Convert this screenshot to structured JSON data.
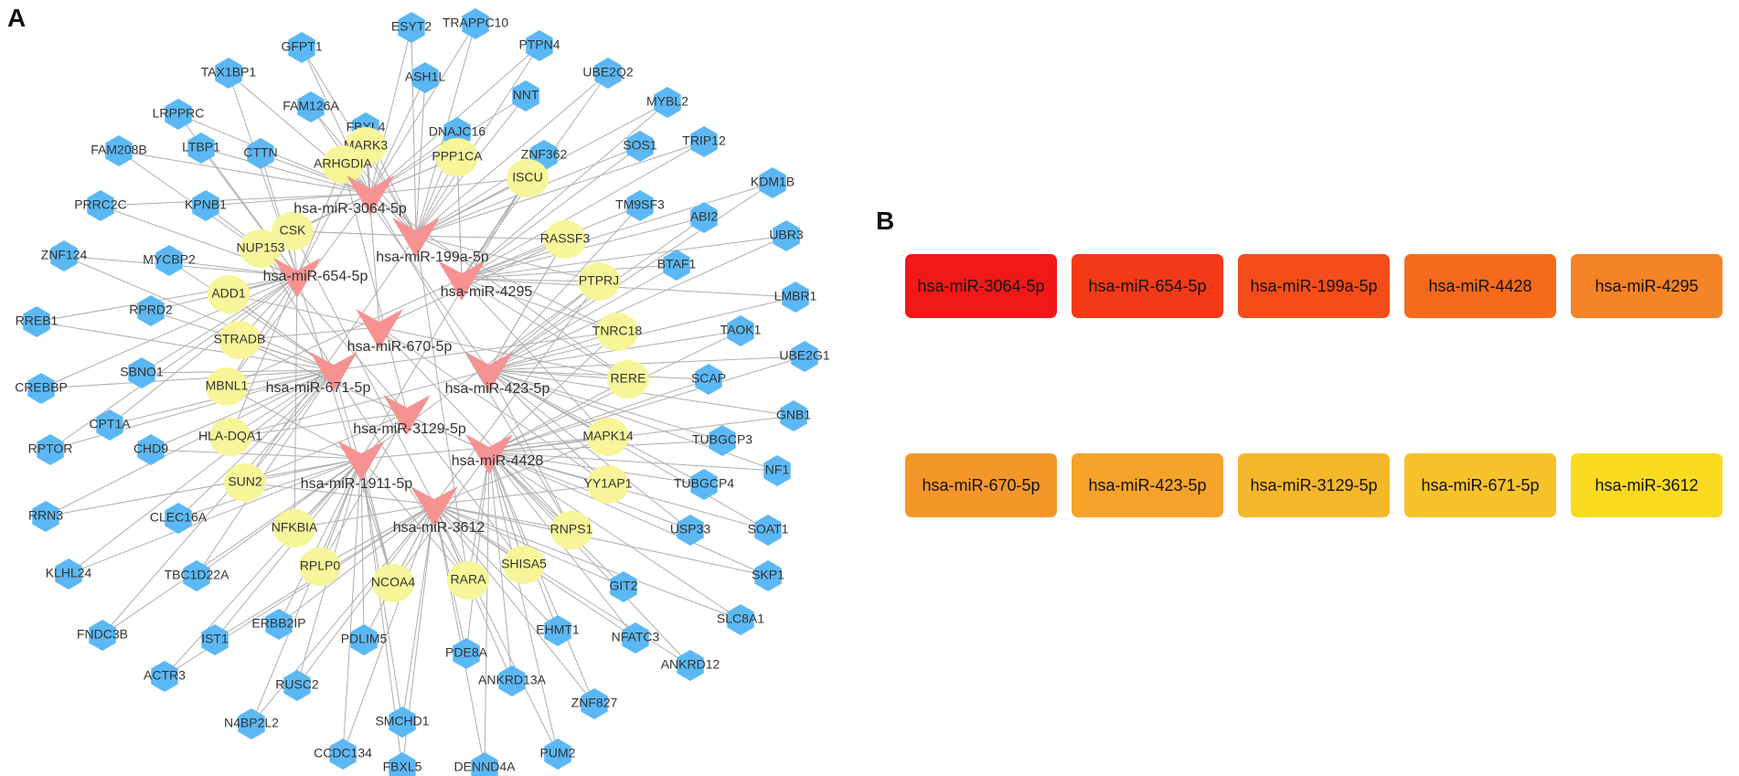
{
  "panel_labels": {
    "a": "A",
    "b": "B"
  },
  "colors": {
    "edge": "#aeaeae",
    "gene_node": "#5bb8f5",
    "hub_gene_node": "#f7f59a",
    "mirna_node": "#f59393",
    "rank_gradient": [
      "#f01818",
      "#f23a18",
      "#f44d1a",
      "#f56a1c",
      "#f58426",
      "#f5962a",
      "#f5a32a",
      "#f5b72a",
      "#f7c22a",
      "#fadb20"
    ]
  },
  "network": {
    "mirnas": [
      "hsa-miR-3064-5p",
      "hsa-miR-199a-5p",
      "hsa-miR-654-5p",
      "hsa-miR-4295",
      "hsa-miR-670-5p",
      "hsa-miR-671-5p",
      "hsa-miR-423-5p",
      "hsa-miR-3129-5p",
      "hsa-miR-4428",
      "hsa-miR-1911-5p",
      "hsa-miR-3612"
    ],
    "hub_genes": [
      "MARK3",
      "PPP1CA",
      "ARHGDIA",
      "ISCU",
      "CSK",
      "RASSF3",
      "NUP153",
      "PTPRJ",
      "ADD1",
      "TNRC18",
      "STRADB",
      "RERE",
      "MBNL1",
      "HLA-DQA1",
      "MAPK14",
      "SUN2",
      "YY1AP1",
      "NFKBIA",
      "RPLP0",
      "NCOA4",
      "RARA",
      "SHISA5",
      "RNPS1"
    ],
    "genes": [
      "ESYT2",
      "TRAPPC10",
      "GFPT1",
      "PTPN4",
      "TAX1BP1",
      "ASH1L",
      "UBE2Q2",
      "FAM126A",
      "NNT",
      "LRPPRC",
      "MYBL2",
      "FBXL4",
      "DNAJC16",
      "TRIP12",
      "FAM208B",
      "LTBP1",
      "CTTN",
      "ZNF362",
      "SOS1",
      "KDM1B",
      "PRRC2C",
      "KPNB1",
      "TM9SF3",
      "ABI2",
      "UBR3",
      "ZNF124",
      "MYCBP2",
      "BTAF1",
      "LMBR1",
      "RREB1",
      "RPRD2",
      "TAOK1",
      "UBE2G1",
      "SBNO1",
      "CREBBP",
      "SCAP",
      "GNB1",
      "CPT1A",
      "RPTOR",
      "TUBGCP3",
      "CHD9",
      "NF1",
      "TUBGCP4",
      "RRN3",
      "CLEC16A",
      "SOAT1",
      "USP33",
      "KLHL24",
      "TBC1D22A",
      "SKP1",
      "GIT2",
      "SLC8A1",
      "FNDC3B",
      "ERBB2IP",
      "IST1",
      "EHMT1",
      "NFATC3",
      "ANKRD12",
      "ACTR3",
      "PDLIM5",
      "PDE8A",
      "ANKRD13A",
      "RUSC2",
      "ZNF827",
      "SMCHD1",
      "N4BP2L2",
      "PUM2",
      "CCDC134",
      "FBXL5",
      "DENND4A"
    ]
  },
  "ranking": {
    "row1": [
      "hsa-miR-3064-5p",
      "hsa-miR-654-5p",
      "hsa-miR-199a-5p",
      "hsa-miR-4428",
      "hsa-miR-4295"
    ],
    "row2": [
      "hsa-miR-670-5p",
      "hsa-miR-423-5p",
      "hsa-miR-3129-5p",
      "hsa-miR-671-5p",
      "hsa-miR-3612"
    ]
  }
}
